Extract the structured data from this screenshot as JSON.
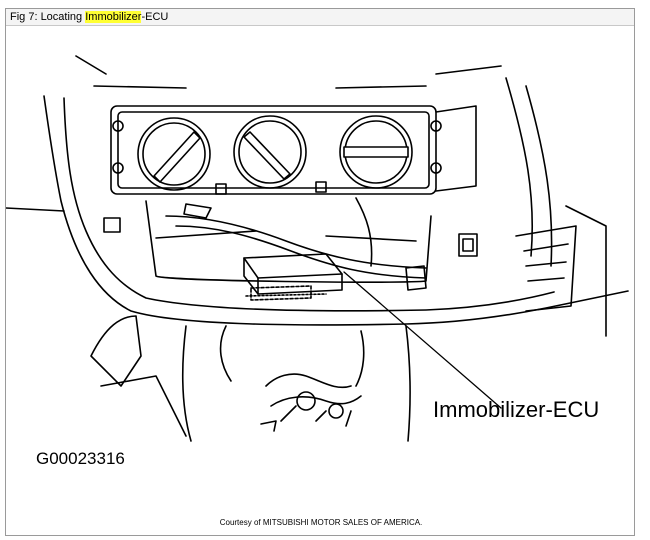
{
  "figure": {
    "caption_prefix": "Fig 7: Locating ",
    "caption_highlight": "Immobilizer",
    "caption_suffix": "-ECU",
    "highlight_color": "#ffff33",
    "callout_label": "Immobilizer-ECU",
    "figure_code": "G00023316",
    "courtesy": "Courtesy of MITSUBISHI MOTOR SALES OF AMERICA."
  }
}
